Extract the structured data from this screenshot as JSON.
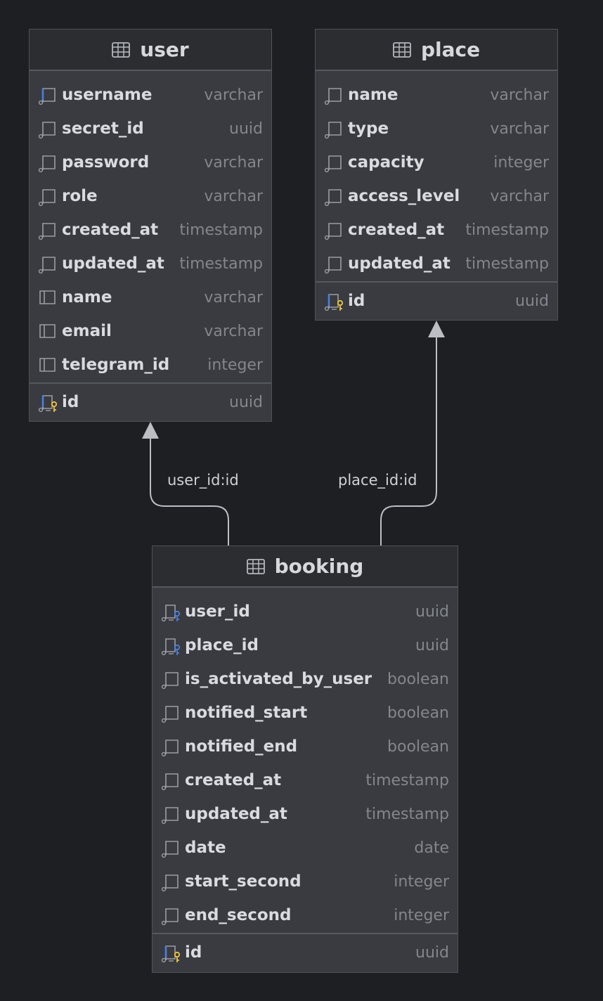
{
  "tables": [
    {
      "title": "user",
      "columns": [
        {
          "name": "username",
          "type": "varchar",
          "icon": "column-unique-icon"
        },
        {
          "name": "secret_id",
          "type": "uuid",
          "icon": "column-icon"
        },
        {
          "name": "password",
          "type": "varchar",
          "icon": "column-icon"
        },
        {
          "name": "role",
          "type": "varchar",
          "icon": "column-icon"
        },
        {
          "name": "created_at",
          "type": "timestamp",
          "icon": "column-icon"
        },
        {
          "name": "updated_at",
          "type": "timestamp",
          "icon": "column-icon"
        },
        {
          "name": "name",
          "type": "varchar",
          "icon": "nullable-column-icon"
        },
        {
          "name": "email",
          "type": "varchar",
          "icon": "nullable-column-icon"
        },
        {
          "name": "telegram_id",
          "type": "integer",
          "icon": "nullable-column-icon"
        }
      ],
      "primary_key": {
        "name": "id",
        "type": "uuid",
        "icon": "primary-key-icon"
      }
    },
    {
      "title": "place",
      "columns": [
        {
          "name": "name",
          "type": "varchar",
          "icon": "column-icon"
        },
        {
          "name": "type",
          "type": "varchar",
          "icon": "column-icon"
        },
        {
          "name": "capacity",
          "type": "integer",
          "icon": "column-icon"
        },
        {
          "name": "access_level",
          "type": "varchar",
          "icon": "column-icon"
        },
        {
          "name": "created_at",
          "type": "timestamp",
          "icon": "column-icon"
        },
        {
          "name": "updated_at",
          "type": "timestamp",
          "icon": "column-icon"
        }
      ],
      "primary_key": {
        "name": "id",
        "type": "uuid",
        "icon": "primary-key-icon"
      }
    },
    {
      "title": "booking",
      "columns": [
        {
          "name": "user_id",
          "type": "uuid",
          "icon": "foreign-key-icon"
        },
        {
          "name": "place_id",
          "type": "uuid",
          "icon": "foreign-key-icon"
        },
        {
          "name": "is_activated_by_user",
          "type": "boolean",
          "icon": "column-icon"
        },
        {
          "name": "notified_start",
          "type": "boolean",
          "icon": "column-icon"
        },
        {
          "name": "notified_end",
          "type": "boolean",
          "icon": "column-icon"
        },
        {
          "name": "created_at",
          "type": "timestamp",
          "icon": "column-icon"
        },
        {
          "name": "updated_at",
          "type": "timestamp",
          "icon": "column-icon"
        },
        {
          "name": "date",
          "type": "date",
          "icon": "column-icon"
        },
        {
          "name": "start_second",
          "type": "integer",
          "icon": "column-icon"
        },
        {
          "name": "end_second",
          "type": "integer",
          "icon": "column-icon"
        }
      ],
      "primary_key": {
        "name": "id",
        "type": "uuid",
        "icon": "primary-key-icon"
      }
    }
  ],
  "relations": [
    {
      "label": "user_id:id",
      "from": "booking",
      "to": "user"
    },
    {
      "label": "place_id:id",
      "from": "booking",
      "to": "place"
    }
  ],
  "colors": {
    "background": "#1e1f22",
    "table_body": "#393b40",
    "table_header": "#2b2d30",
    "key_accent": "#f0c43c",
    "unique_accent": "#4a7fe0",
    "connector": "#bcbec4"
  }
}
